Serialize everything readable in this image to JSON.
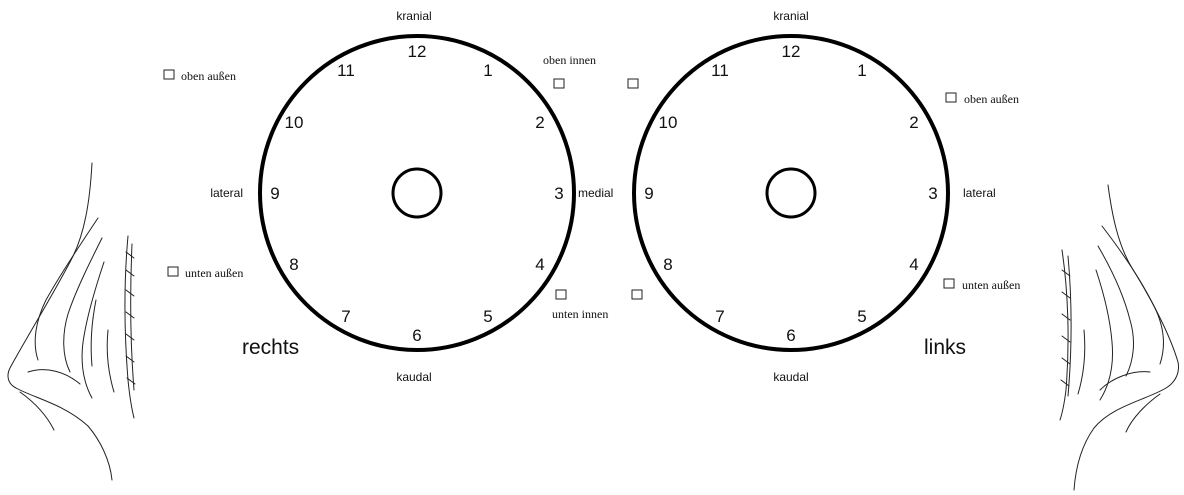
{
  "breasts": [
    {
      "id": "right",
      "side_label": "rechts",
      "top_label": "kranial",
      "bottom_label": "kaudal",
      "left_label": "lateral",
      "right_label": "medial",
      "hours": [
        "12",
        "1",
        "2",
        "3",
        "4",
        "5",
        "6",
        "7",
        "8",
        "9",
        "10",
        "11"
      ]
    },
    {
      "id": "left",
      "side_label": "links",
      "top_label": "kranial",
      "bottom_label": "kaudal",
      "left_label": "",
      "right_label": "lateral",
      "hours": [
        "12",
        "1",
        "2",
        "3",
        "4",
        "5",
        "6",
        "7",
        "8",
        "9",
        "10",
        "11"
      ]
    }
  ],
  "quadrants": {
    "right_upper_outer": "oben außen",
    "right_lower_outer": "unten außen",
    "middle_upper_inner": "oben innen",
    "middle_lower_inner": "unten innen",
    "left_upper_outer": "oben außen",
    "left_lower_outer": "unten außen"
  },
  "checkboxes": {
    "right_upper_outer": false,
    "right_lower_outer": false,
    "right_upper_inner": false,
    "left_upper_inner": false,
    "right_lower_inner": false,
    "left_lower_inner": false,
    "left_upper_outer": false,
    "left_lower_outer": false
  }
}
